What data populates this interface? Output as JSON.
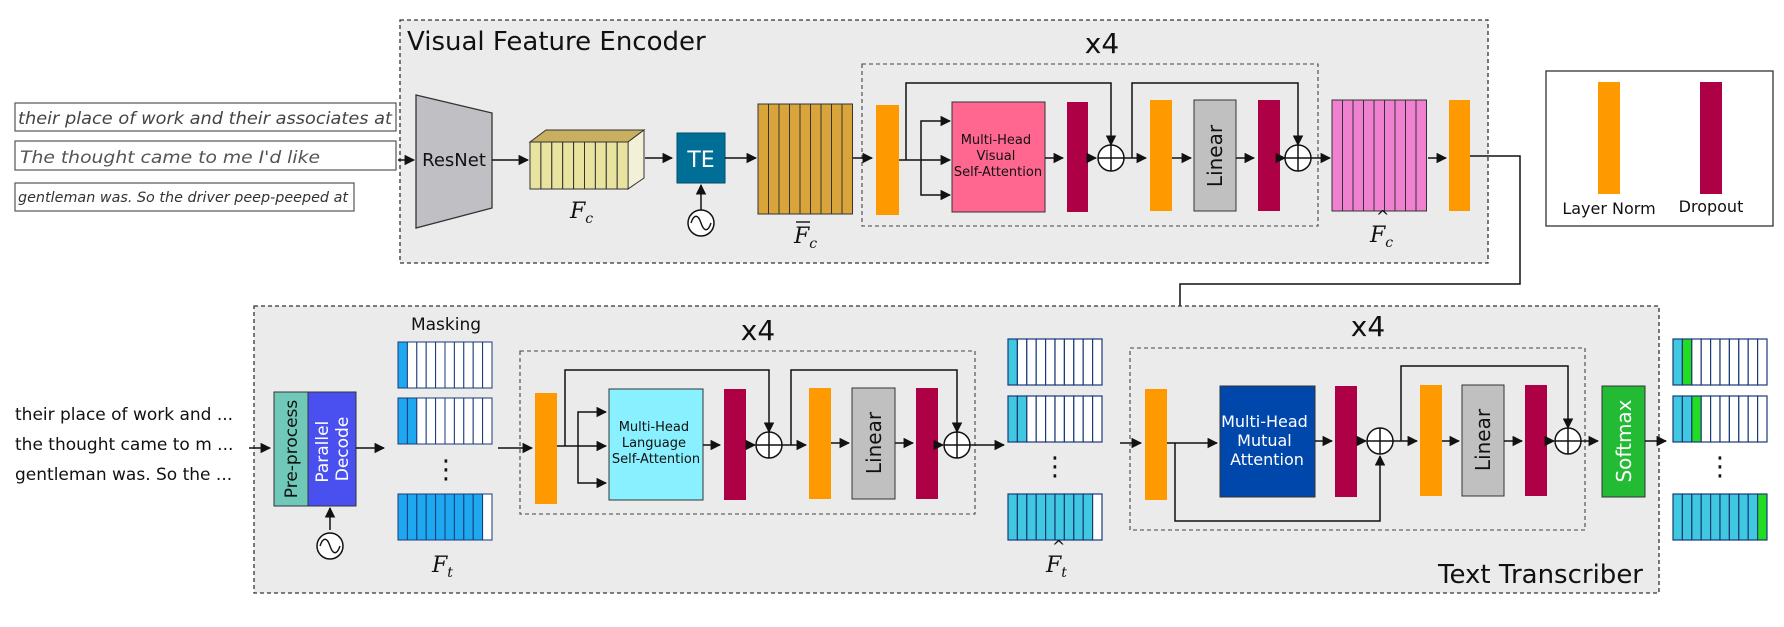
{
  "encoder": {
    "title": "Visual Feature Encoder",
    "repeat": "x4",
    "resnet": "ResNet",
    "te": "TE",
    "attention": [
      "Multi-Head",
      "Visual",
      "Self-Attention"
    ],
    "linear": "Linear",
    "fc_label": "F",
    "fc_sub": "c",
    "fc_bar": "F",
    "fc_hat": "F"
  },
  "transcriber": {
    "title": "Text Transcriber",
    "masking": "Masking",
    "preprocess": "Pre-process",
    "parallel_decode": [
      "Parallel",
      "Decode"
    ],
    "repeat_left": "x4",
    "repeat_right": "x4",
    "language_attention": [
      "Multi-Head",
      "Language",
      "Self-Attention"
    ],
    "mutual_attention": [
      "Multi-Head",
      "Mutual",
      "Attention"
    ],
    "linear_left": "Linear",
    "linear_right": "Linear",
    "softmax": "Softmax",
    "ft_label": "F",
    "ft_sub": "t",
    "ft_hat": "F",
    "ellipsis": "⋮"
  },
  "input_text": [
    "their place of work and ...",
    "the thought came to m ...",
    "gentleman was. So the ..."
  ],
  "handwriting": [
    "their place of work and their associates at",
    "The thought came to me I'd like",
    "gentleman was. So the driver peep-peeped at"
  ],
  "legend": {
    "layer_norm": "Layer Norm",
    "dropout": "Dropout"
  },
  "colors": {
    "layer_norm": "#FF9900",
    "dropout": "#AD0045",
    "visual_attention": "#FF6690",
    "language_attention": "#88F0FF",
    "mutual_attention": "#0047AB",
    "linear": "#C0C0C0",
    "softmax": "#22BB33",
    "te": "#006E96",
    "resnet": "#C0C0C4",
    "fc_cube": "#E8E4A0",
    "fc_bar": "#D9A53A",
    "fc_hat": "#F080D0",
    "preprocess": "#6FC8B8",
    "parallel_decode": "#4A50F0",
    "cell_blue": "#1EA8F0",
    "cell_cyan": "#40C8E0",
    "cell_green": "#22DD22",
    "panel": "#EBEBEB"
  }
}
